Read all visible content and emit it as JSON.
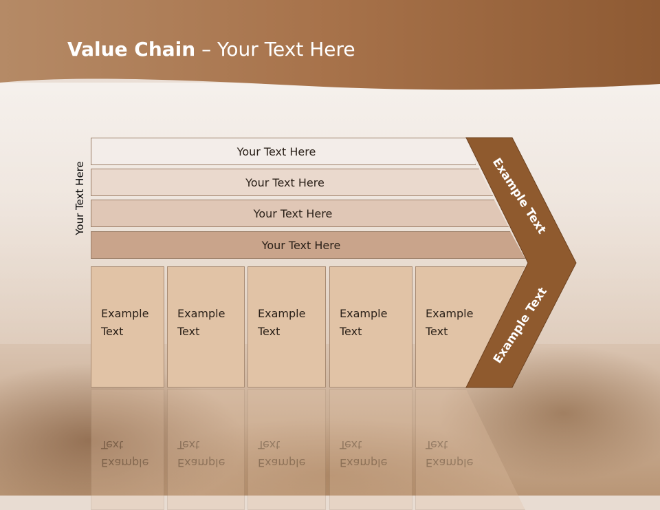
{
  "title": {
    "bold": "Value Chain",
    "rest": " – Your Text Here"
  },
  "side_label": "Your Text Here",
  "rows": [
    {
      "label": "Your Text Here"
    },
    {
      "label": "Your Text Here"
    },
    {
      "label": "Your Text Here"
    },
    {
      "label": "Your Text Here"
    }
  ],
  "columns": [
    {
      "line1": "Example",
      "line2": "Text"
    },
    {
      "line1": "Example",
      "line2": "Text"
    },
    {
      "line1": "Example",
      "line2": "Text"
    },
    {
      "line1": "Example",
      "line2": "Text"
    },
    {
      "line1": "Example",
      "line2": "Text"
    }
  ],
  "chevron": {
    "top_label": "Example Text",
    "bottom_label": "Example Text"
  },
  "colors": {
    "header": "#9c6a45",
    "chevron": "#8f5a2e",
    "column": "#e1c3a6"
  }
}
